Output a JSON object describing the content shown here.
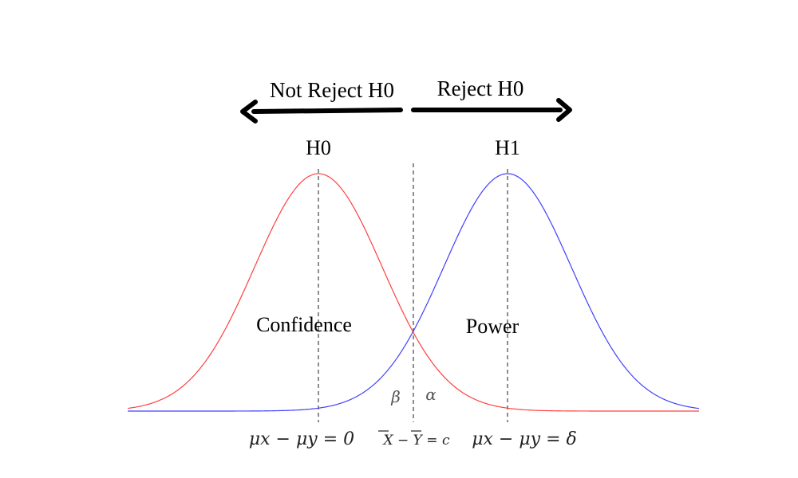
{
  "arrows": {
    "left_label": "Not Reject H0",
    "right_label": "Reject H0"
  },
  "hypotheses": {
    "null_label": "H0",
    "alt_label": "H1"
  },
  "regions": {
    "confidence_label": "Confidence",
    "power_label": "Power",
    "beta_label": "β",
    "alpha_label": "α"
  },
  "axis_labels": {
    "null_mean": "μx − μy = 0",
    "cutoff": "X − Y = c",
    "alt_mean": "μx − μy = δ"
  },
  "colors": {
    "null_curve": "#ff4040",
    "alt_curve": "#4040ff",
    "guides": "#444444",
    "arrows": "#000000"
  }
}
